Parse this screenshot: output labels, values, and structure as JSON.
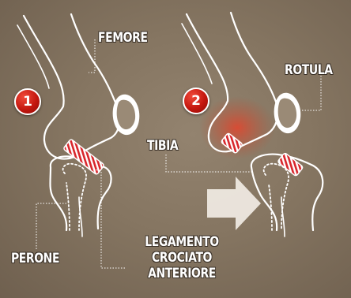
{
  "labels": {
    "femore": "FEMORE",
    "rotula": "ROTULA",
    "tibia": "TIBIA",
    "perone": "PERONE",
    "legamento_line1": "LEGAMENTO",
    "legamento_line2": "CROCIATO",
    "legamento_line3": "ANTERIORE"
  },
  "steps": {
    "one": "1",
    "two": "2"
  },
  "colors": {
    "background": "#857561",
    "bone_outline": "#ffffff",
    "ligament": "#d8262b",
    "badge": "#c4170f",
    "arrow": "#f1ece4",
    "injury_glow": "#e4442c"
  },
  "icons": {
    "transition_arrow": "right-arrow-icon"
  }
}
